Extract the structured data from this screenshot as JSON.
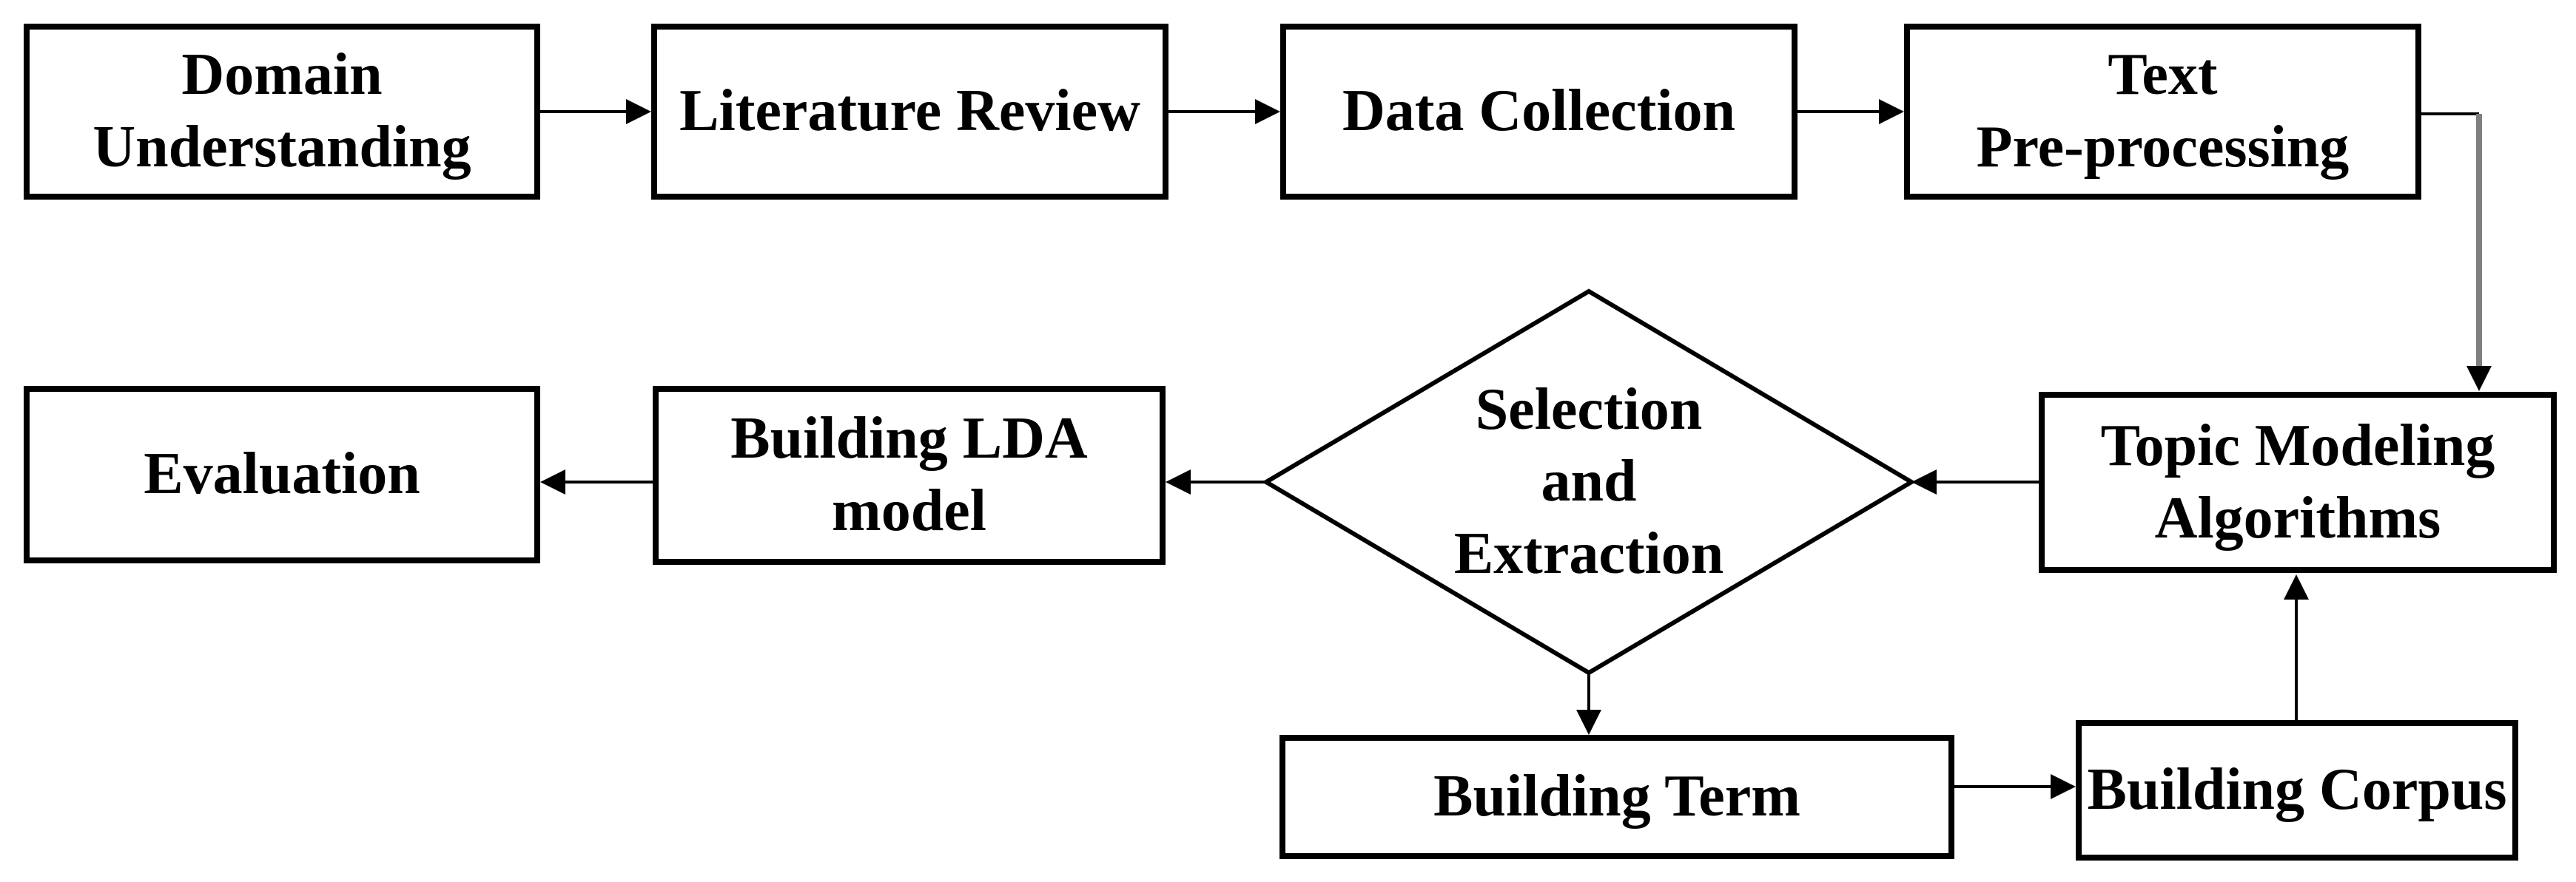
{
  "nodes": {
    "domain_understanding": "Domain\nUnderstanding",
    "literature_review": "Literature Review",
    "data_collection": "Data Collection",
    "text_preprocessing": "Text\nPre-processing",
    "topic_modeling_algorithms": "Topic Modeling\nAlgorithms",
    "selection_and_extraction": "Selection\nand\nExtraction",
    "building_lda_model": "Building LDA\nmodel",
    "evaluation": "Evaluation",
    "building_term": "Building Term",
    "building_corpus": "Building Corpus"
  },
  "edges": [
    {
      "from": "Domain Understanding",
      "to": "Literature Review"
    },
    {
      "from": "Literature Review",
      "to": "Data Collection"
    },
    {
      "from": "Data Collection",
      "to": "Text Pre-processing"
    },
    {
      "from": "Text Pre-processing",
      "to": "Topic Modeling Algorithms"
    },
    {
      "from": "Topic Modeling Algorithms",
      "to": "Selection and Extraction"
    },
    {
      "from": "Selection and Extraction",
      "to": "Building LDA model"
    },
    {
      "from": "Building LDA model",
      "to": "Evaluation"
    },
    {
      "from": "Selection and Extraction",
      "to": "Building Term"
    },
    {
      "from": "Building Term",
      "to": "Building Corpus"
    },
    {
      "from": "Building Corpus",
      "to": "Topic Modeling Algorithms"
    }
  ],
  "colors": {
    "stroke": "#000000",
    "connector_gray": "#7f7f7f",
    "background": "#ffffff",
    "node_fill": "#ffffff"
  }
}
